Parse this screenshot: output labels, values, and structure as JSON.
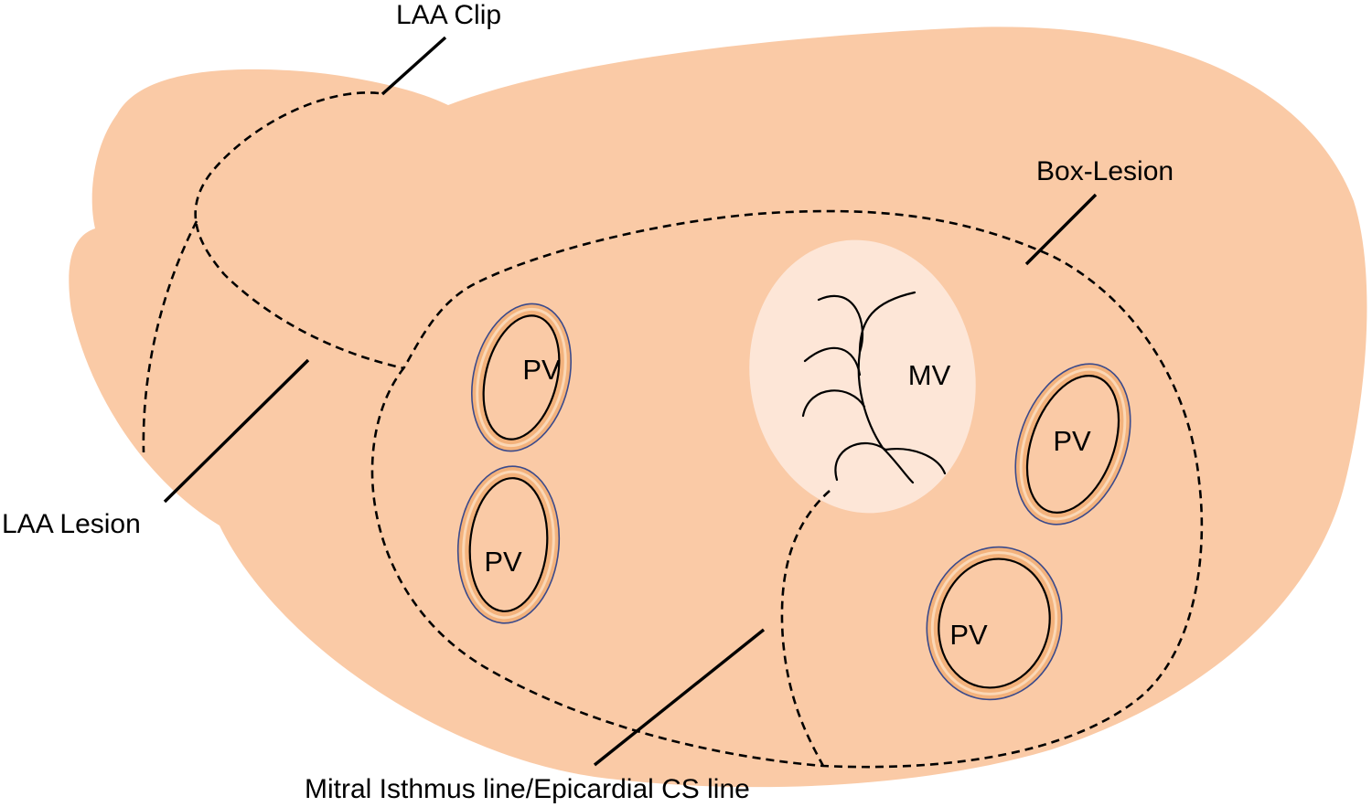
{
  "colors": {
    "atrium": "#facaa6",
    "mitral_valve": "#fde6d7",
    "pv_ring": "#f3b27c",
    "pv_ring_highlight": "#fbd7b5",
    "pv_ring_edge": "#3a4a8c",
    "lines": "#000000"
  },
  "labels": {
    "laa_clip": "LAA Clip",
    "box_lesion": "Box-Lesion",
    "laa_lesion": "LAA Lesion",
    "mitral_isthmus": "Mitral Isthmus line/Epicardial CS line",
    "mitral_valve": "MV"
  },
  "pulmonary_veins": [
    {
      "label": "PV"
    },
    {
      "label": "PV"
    },
    {
      "label": "PV"
    },
    {
      "label": "PV"
    }
  ]
}
